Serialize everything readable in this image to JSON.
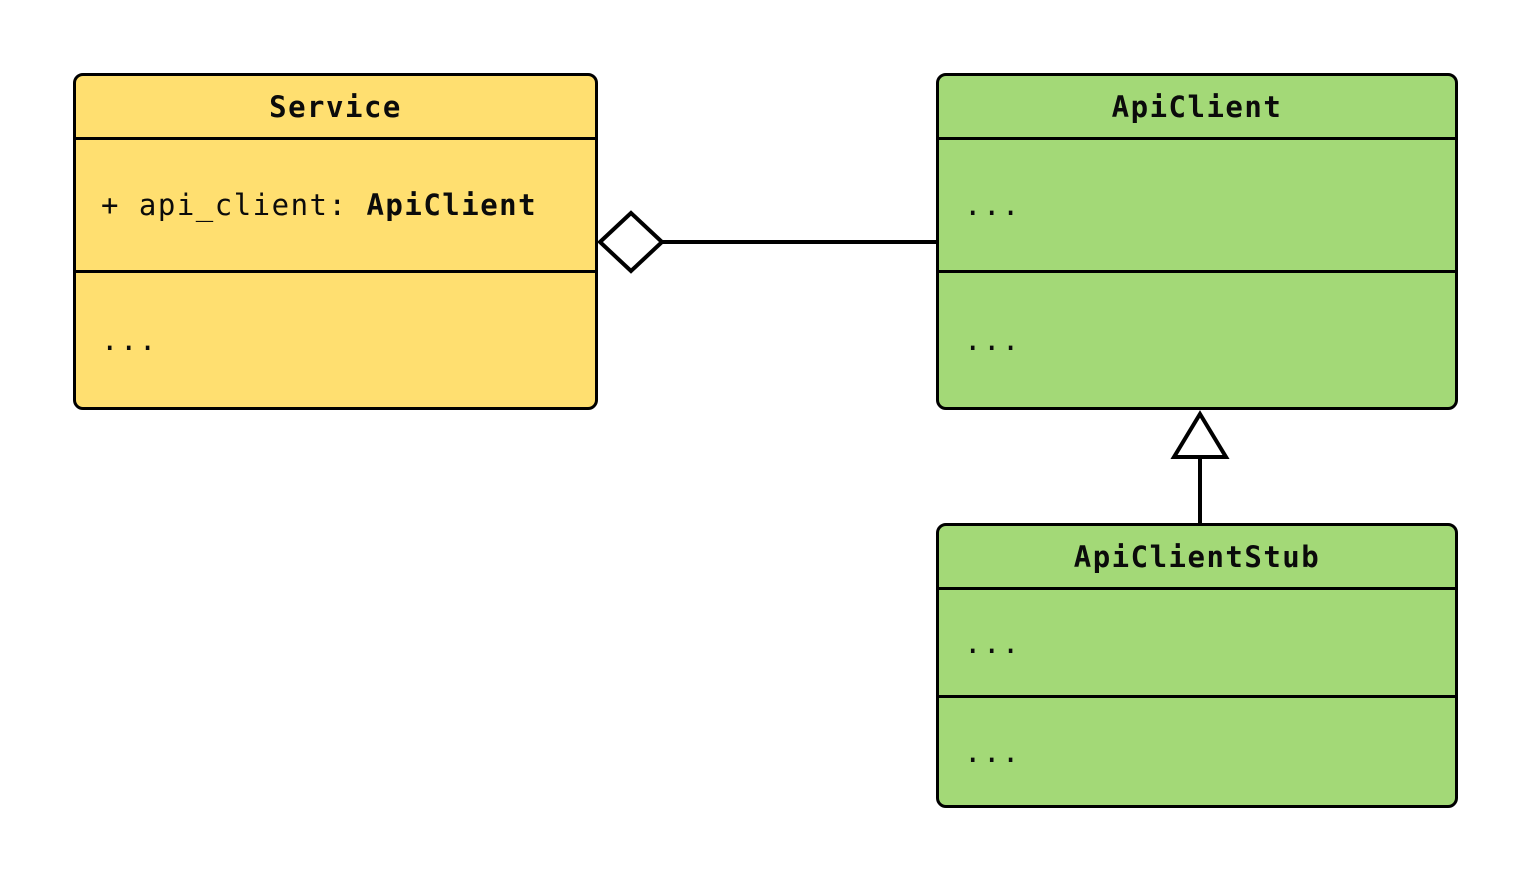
{
  "diagram": {
    "type": "uml-class-diagram",
    "classes": {
      "service": {
        "name": "Service",
        "attribute_prefix": "+ api_client: ",
        "attribute_type": "ApiClient",
        "methods_placeholder": "...",
        "fill": "#ffdf70"
      },
      "api_client": {
        "name": "ApiClient",
        "attributes_placeholder": "...",
        "methods_placeholder": "...",
        "fill": "#a3d977"
      },
      "api_client_stub": {
        "name": "ApiClientStub",
        "attributes_placeholder": "...",
        "methods_placeholder": "...",
        "fill": "#a3d977"
      }
    },
    "relations": [
      {
        "type": "aggregation",
        "owner": "Service",
        "part": "ApiClient",
        "marker": "hollow-diamond",
        "marker_at": "owner-side"
      },
      {
        "type": "inheritance",
        "parent": "ApiClient",
        "child": "ApiClientStub",
        "marker": "hollow-triangle",
        "marker_at": "parent-side"
      }
    ],
    "colors": {
      "class_yellow": "#ffdf70",
      "class_green": "#a3d977",
      "line": "#000000",
      "canvas": "#ffffff"
    }
  }
}
